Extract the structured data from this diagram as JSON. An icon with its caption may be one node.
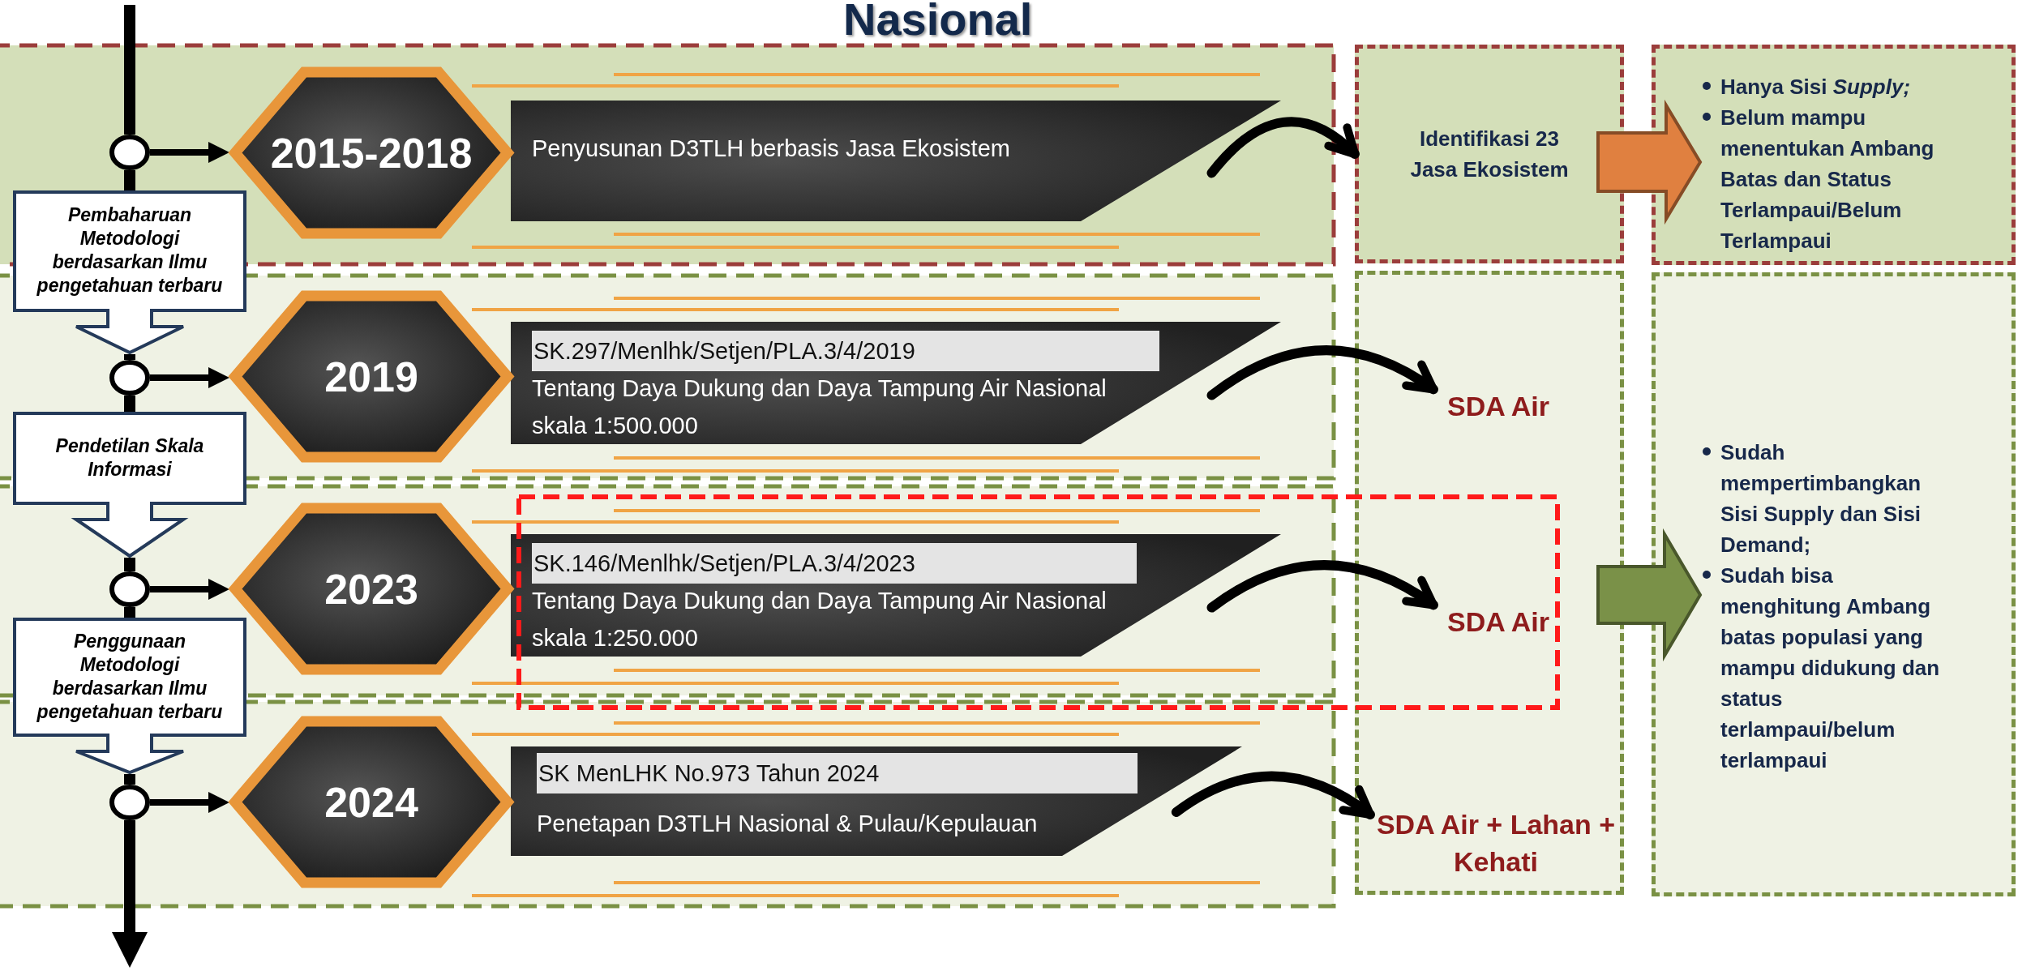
{
  "diagram": {
    "title": "Nasional",
    "nodes": [
      {
        "text": [],
        "shape": "circle"
      },
      {
        "text": [
          "2015-2018"
        ]
      },
      {
        "text": [
          "Penyusunan D3TLH berbasis Jasa Ekosistem"
        ]
      },
      {
        "text": [
          "Identifikasi 23 Jasa Ekosistem"
        ]
      },
      {
        "text": [
          "Hanya Sisi *Supply;*",
          "Belum mampu menentukan Ambang Batas dan Status Terlampaui/Belum Terlampaui"
        ]
      },
      {
        "text": [
          "Pembaharuan Metodologi berdasarkan Ilmu pengetahuan terbaru"
        ]
      },
      {
        "text": [],
        "shape": "circle"
      },
      {
        "text": [
          "2019"
        ]
      },
      {
        "text": [
          "SK.297/Menlhk/Setjen/PLA.3/4/2019",
          "Tentang Daya Dukung dan Daya Tampung Air Nasional skala 1:500.000"
        ]
      },
      {
        "text": [],
        "shape": "box"
      },
      {
        "text": [
          "SDA Air"
        ],
        "in": 9
      },
      {
        "text": [
          "Sudah mempertimbangkan Sisi Supply dan Sisi Demand;",
          "Sudah bisa menghitung Ambang batas populasi yang mampu didukung dan status terlampaui/belum terlampaui"
        ]
      },
      {
        "text": [
          "Pendetilan Skala Informasi"
        ]
      },
      {
        "text": [],
        "shape": "circle"
      },
      {
        "text": [
          "2023"
        ]
      },
      {
        "text": [
          "SK.146/Menlhk/Setjen/PLA.3/4/2023",
          "Tentang Daya Dukung dan Daya Tampung Air Nasional skala 1:250.000"
        ]
      },
      {
        "text": [
          "SDA Air"
        ],
        "in": 9
      },
      {
        "text": [
          "Penggunaan Metodologi berdasarkan Ilmu pengetahuan terbaru"
        ]
      },
      {
        "text": [],
        "shape": "circle"
      },
      {
        "text": [
          "2024"
        ]
      },
      {
        "text": [
          "SK MenLHK No.973 Tahun 2024",
          "Penetapan D3TLH Nasional & Pulau/Kepulauan"
        ]
      },
      {
        "text": [
          "SDA Air + Lahan + Kehati"
        ],
        "in": 9
      }
    ],
    "edges": [
      {
        "from": null,
        "to": 0,
        "arrow": "none"
      },
      {
        "from": 0,
        "to": 5,
        "arrow": "none"
      },
      {
        "from": 5,
        "to": 6,
        "arrow": "none"
      },
      {
        "from": 6,
        "to": 12,
        "arrow": "none"
      },
      {
        "from": 12,
        "to": 13,
        "arrow": "none"
      },
      {
        "from": 13,
        "to": 17,
        "arrow": "none"
      },
      {
        "from": 17,
        "to": 18,
        "arrow": "none"
      },
      {
        "from": 18,
        "to": null,
        "arrow": "to"
      },
      {
        "from": 0,
        "to": 1,
        "arrow": "to"
      },
      {
        "from": 6,
        "to": 7,
        "arrow": "to"
      },
      {
        "from": 13,
        "to": 14,
        "arrow": "to"
      },
      {
        "from": 18,
        "to": 19,
        "arrow": "to"
      },
      {
        "from": 2,
        "to": 3,
        "arrow": "to"
      },
      {
        "from": 8,
        "to": 10,
        "arrow": "to"
      },
      {
        "from": 15,
        "to": 16,
        "arrow": "to"
      },
      {
        "from": 20,
        "to": 21,
        "arrow": "to"
      },
      {
        "from": 3,
        "to": 4,
        "arrow": "to",
        "style": "thick",
        "color": "#e08040"
      },
      {
        "from": 9,
        "to": 11,
        "arrow": "to",
        "style": "thick",
        "color": "#7a9148"
      }
    ]
  }
}
